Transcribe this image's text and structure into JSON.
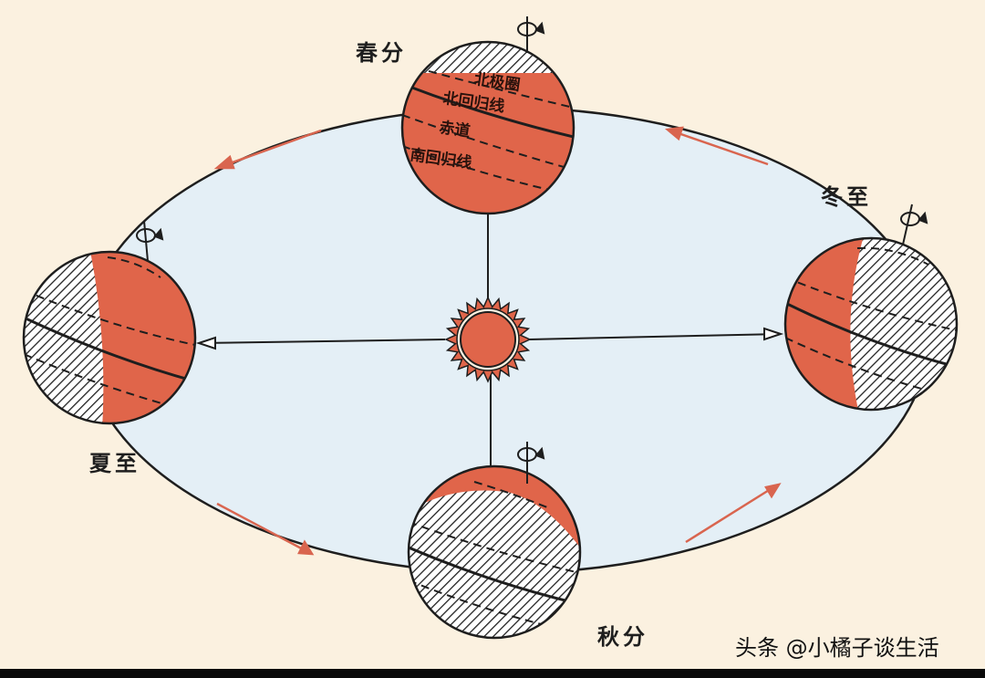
{
  "labels": {
    "spring_equinox": "春分",
    "summer_solstice": "夏至",
    "autumn_equinox": "秋分",
    "winter_solstice": "冬至"
  },
  "globe_lines": {
    "arctic_circle": "北极圈",
    "tropic_of_cancer": "北回归线",
    "equator": "赤道",
    "tropic_of_capricorn": "南回归线"
  },
  "watermark": "头条 @小橘子谈生活",
  "colors": {
    "background": "#fbf1e0",
    "orbit_fill": "#e4eff6",
    "lit_side": "#e0654a",
    "dark_side": "#ffffff",
    "arrow": "#d9654f",
    "sun": "#e0654a"
  },
  "icons": {
    "rotation": "rotation-arrow-icon",
    "sun": "sun-icon",
    "orbit_direction": "orbit-arrow-icon"
  }
}
